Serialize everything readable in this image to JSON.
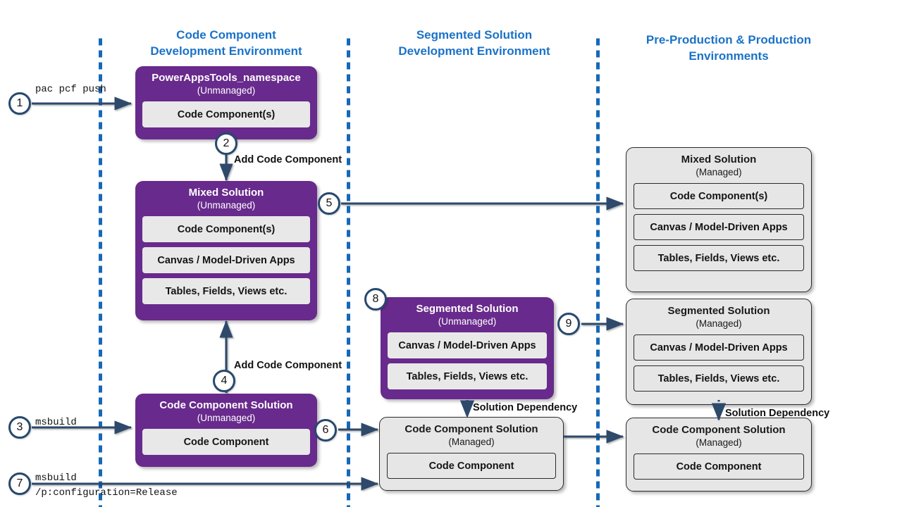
{
  "diagram": {
    "title": "Code component ALM flow",
    "colors": {
      "lane_title": "#1b72c8",
      "divider": "#1668b8",
      "unmanaged_fill": "#682a8c",
      "managed_fill": "#e6e6e6",
      "arrow": "#2e4a6b",
      "step_ring": "#27496d"
    }
  },
  "lanes": [
    {
      "id": "lane-code-component",
      "title_line1": "Code Component",
      "title_line2": "Development Environment"
    },
    {
      "id": "lane-segmented-solution",
      "title_line1": "Segmented Solution",
      "title_line2": "Development Environment"
    },
    {
      "id": "lane-production",
      "title_line1": "Pre-Production & Production",
      "title_line2": "Environments"
    }
  ],
  "boxes": {
    "powerappstools": {
      "title": "PowerAppsTools_namespace",
      "subtitle": "(Unmanaged)",
      "items": [
        "Code Component(s)"
      ]
    },
    "mixed_unmanaged": {
      "title": "Mixed Solution",
      "subtitle": "(Unmanaged)",
      "items": [
        "Code Component(s)",
        "Canvas / Model-Driven Apps",
        "Tables, Fields, Views etc."
      ]
    },
    "code_component_solution_unmanaged": {
      "title": "Code Component Solution",
      "subtitle": "(Unmanaged)",
      "items": [
        "Code Component"
      ]
    },
    "segmented_unmanaged": {
      "title": "Segmented Solution",
      "subtitle": "(Unmanaged)",
      "items": [
        "Canvas / Model-Driven Apps",
        "Tables, Fields, Views etc."
      ]
    },
    "code_component_solution_managed_mid": {
      "title": "Code Component Solution",
      "subtitle": "(Managed)",
      "items": [
        "Code Component"
      ]
    },
    "mixed_managed": {
      "title": "Mixed Solution",
      "subtitle": "(Managed)",
      "items": [
        "Code Component(s)",
        "Canvas / Model-Driven Apps",
        "Tables, Fields, Views etc."
      ]
    },
    "segmented_managed": {
      "title": "Segmented Solution",
      "subtitle": "(Managed)",
      "items": [
        "Canvas / Model-Driven Apps",
        "Tables, Fields, Views etc."
      ]
    },
    "code_component_solution_managed_right": {
      "title": "Code Component Solution",
      "subtitle": "(Managed)",
      "items": [
        "Code Component"
      ]
    }
  },
  "steps": [
    {
      "n": "1"
    },
    {
      "n": "2"
    },
    {
      "n": "3"
    },
    {
      "n": "4"
    },
    {
      "n": "5"
    },
    {
      "n": "6"
    },
    {
      "n": "7"
    },
    {
      "n": "8"
    },
    {
      "n": "9"
    }
  ],
  "labels": {
    "cmd_pac_pcf_push": "pac pcf push",
    "cmd_msbuild": "msbuild",
    "cmd_msbuild_release_line1": "msbuild",
    "cmd_msbuild_release_line2": "/p:configuration=Release",
    "add_code_component_top": "Add Code Component",
    "add_code_component_bottom": "Add Code Component",
    "solution_dependency_mid": "Solution Dependency",
    "solution_dependency_right": "Solution Dependency"
  }
}
